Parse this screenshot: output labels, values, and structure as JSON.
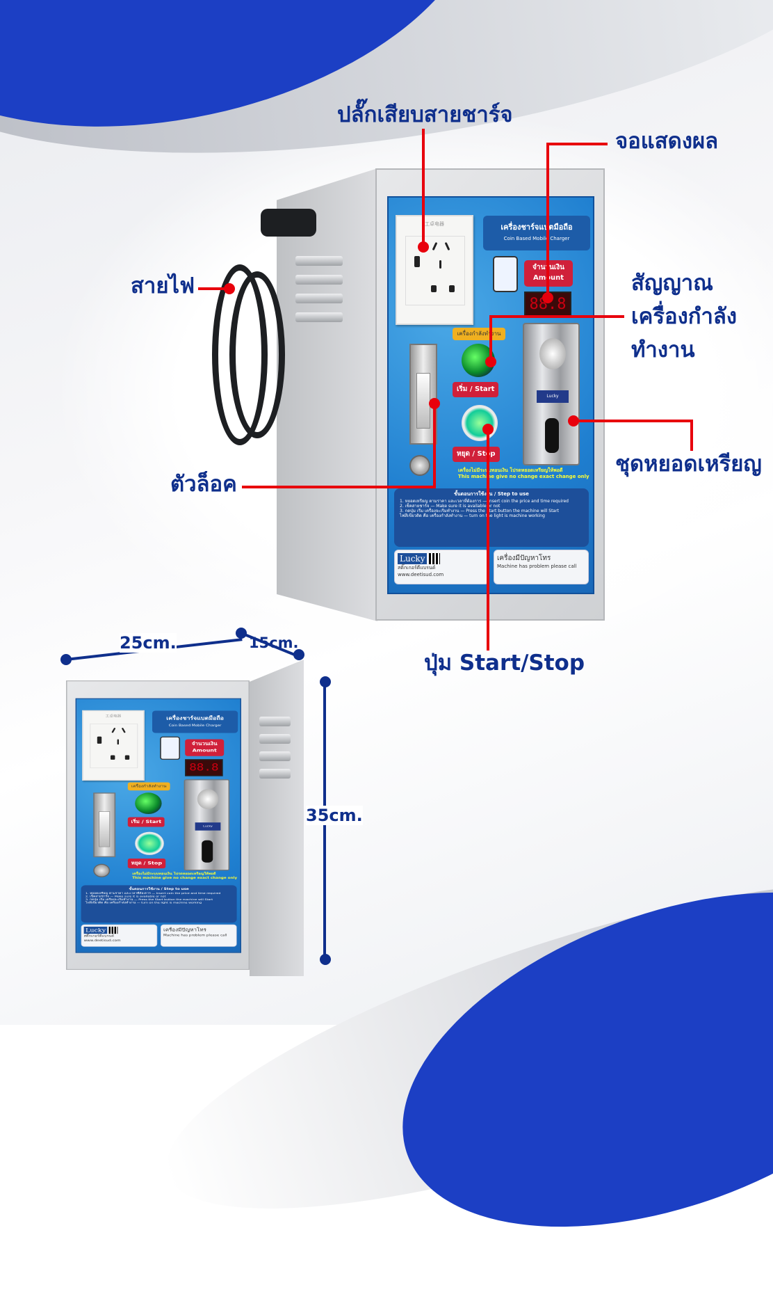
{
  "callouts": {
    "charging_socket": "ปลั๊กเสียบสายชาร์จ",
    "display": "จอแสดงผล",
    "power_cable": "สายไฟ",
    "working_signal": [
      "สัญญาณ",
      "เครื่องกำลัง",
      "ทำงาน"
    ],
    "coin_acceptor": "ชุดหยอดเหรียญ",
    "lock": "ตัวล็อค",
    "start_stop_button": "ปุ่ม Start/Stop"
  },
  "dimensions": {
    "width": "25cm.",
    "depth": "15cm.",
    "height": "35cm."
  },
  "panel": {
    "socket_brand": "工卓电器",
    "title": "เครื่องชาร์จแบตมือถือ",
    "subtitle": "Coin Based Mobile Charger",
    "amount_th": "จำนวนเงิน",
    "amount_en": "Amount",
    "display_value": "88.8",
    "working_label": "เครื่องกำลังทำงาน",
    "coin_tag": "Lucky",
    "start": "เริ่ม / Start",
    "stop": "หยุด / Stop",
    "notice_th": "เครื่องไม่มีระบบทอนเงิน โปรดหยอดเหรียญให้พอดี",
    "notice_en": "This machine give no change exact change only",
    "steps_title": "ขั้นตอนการใช้งาน / Step to use",
    "step1": "1. หยอดเหรียญ ตามราคา และเวลาที่ต้องการ — Insert coin the price and time required",
    "step2": "2. เช็คสายชาร์จ — Make sure it is available or not",
    "step3": "3. กดปุ่ม เริ่ม เครื่องจะเริ่มทำงาน — Press the Start button the machine will Start",
    "step4": "ไฟสีเขียวติด คือ เครื่องกำลังทำงาน — turn on the light is machine working",
    "brand": "Lucky",
    "brand_text": "สติ๊กเกอร์ดีแบรนด์",
    "website": "www.deetisud.com",
    "problem_th": "เครื่องมีปัญหาโทร",
    "problem_en": "Machine has problem please call"
  }
}
